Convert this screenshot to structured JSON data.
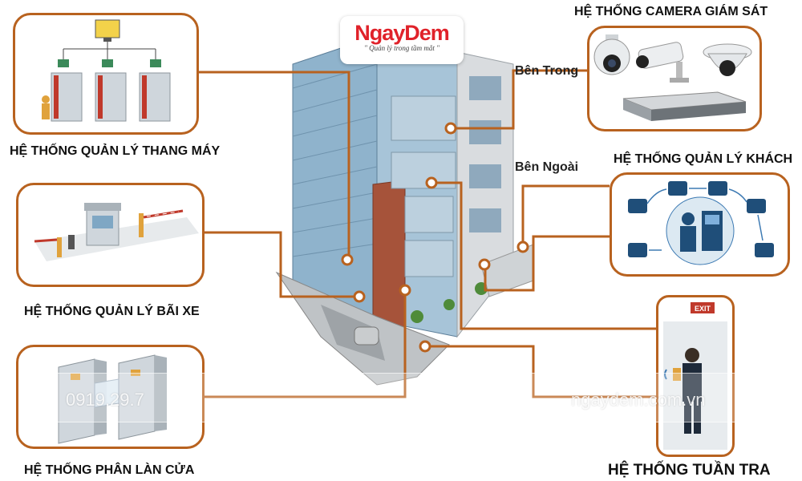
{
  "logo": {
    "brand": "NgayDem",
    "slogan": "\" Quản lý trong tầm mắt \""
  },
  "systems": {
    "elevator": "HỆ THỐNG QUẢN LÝ THANG MÁY",
    "parking": "HỆ THỐNG QUẢN LÝ BÃI XE",
    "gate": "HỆ THỐNG PHÂN LÀN CỬA",
    "camera": "HỆ THỐNG CAMERA GIÁM SÁT",
    "visitor": "HỆ THỐNG QUẢN LÝ KHÁCH",
    "patrol": "HỆ THỐNG TUẦN TRA"
  },
  "camera_zones": {
    "inside": "Bên Trong",
    "outside": "Bên Ngoài"
  },
  "exit_sign": "EXIT",
  "watermark": {
    "phone": "0919.29.7",
    "site": "ngaydem.com.vn"
  },
  "colors": {
    "connector": "#b8621f",
    "brand_red": "#e0222a",
    "glass": "#7fa7c4",
    "brick": "#a6533a"
  }
}
